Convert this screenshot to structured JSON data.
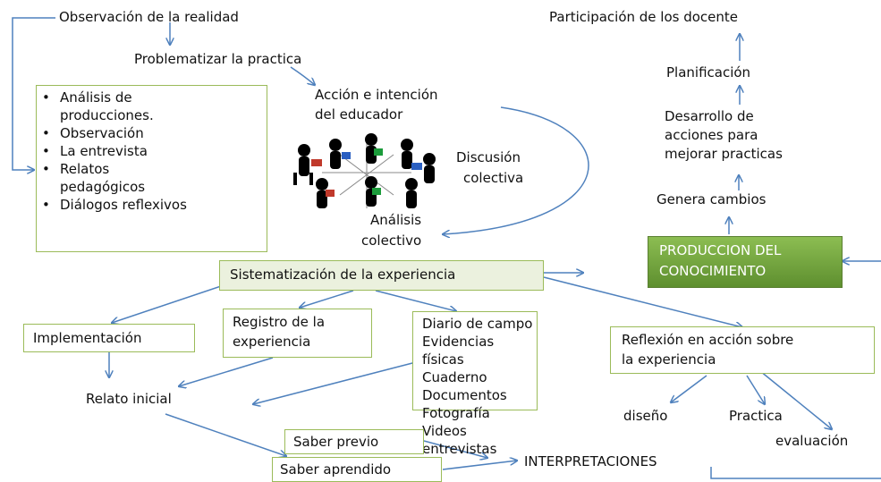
{
  "top": {
    "observacion": "Observación de la realidad",
    "problematizar": "Problematizar la practica",
    "accion_line1": "Acción e intención",
    "accion_line2": "del educador",
    "discusion_line1": "Discusión",
    "discusion_line2": "colectiva",
    "analisis_line1": "Análisis",
    "analisis_line2": "colectivo"
  },
  "methods_box": {
    "items": [
      "Análisis de",
      "producciones.",
      "Observación",
      "La entrevista",
      "Relatos",
      "pedagógicos",
      "Diálogos reflexivos"
    ]
  },
  "right_column": {
    "participacion": "Participación de los docente",
    "planificacion": "Planificación",
    "desarrollo_line1": "Desarrollo de",
    "desarrollo_line2": "acciones para",
    "desarrollo_line3": "mejorar practicas",
    "genera": "Genera cambios",
    "produccion_line1": "PRODUCCION DEL",
    "produccion_line2": "CONOCIMIENTO"
  },
  "middle": {
    "sistematizacion": "Sistematización de la experiencia",
    "implementacion": "Implementación",
    "registro_line1": "Registro de la",
    "registro_line2": "experiencia",
    "relato": "Relato inicial",
    "reflexion_line1": "Reflexión en acción sobre",
    "reflexion_line2": "la experiencia",
    "diseno": "diseño",
    "practica": "Practica",
    "evaluacion": "evaluación"
  },
  "instruments": [
    "Diario de campo",
    "Evidencias físicas",
    "Cuaderno",
    "Documentos",
    "Fotografía",
    "Videos",
    "entrevistas"
  ],
  "bottom": {
    "saber_previo": "Saber previo",
    "saber_aprendido": "Saber aprendido",
    "interpretaciones": "INTERPRETACIONES"
  },
  "colors": {
    "arrow": "#4f81bd",
    "box_border": "#9bbb59",
    "produccion_fill": "#77a842",
    "produccion_text": "#ffffff"
  },
  "icons": {
    "team_illustration": "people-around-table-icon"
  }
}
